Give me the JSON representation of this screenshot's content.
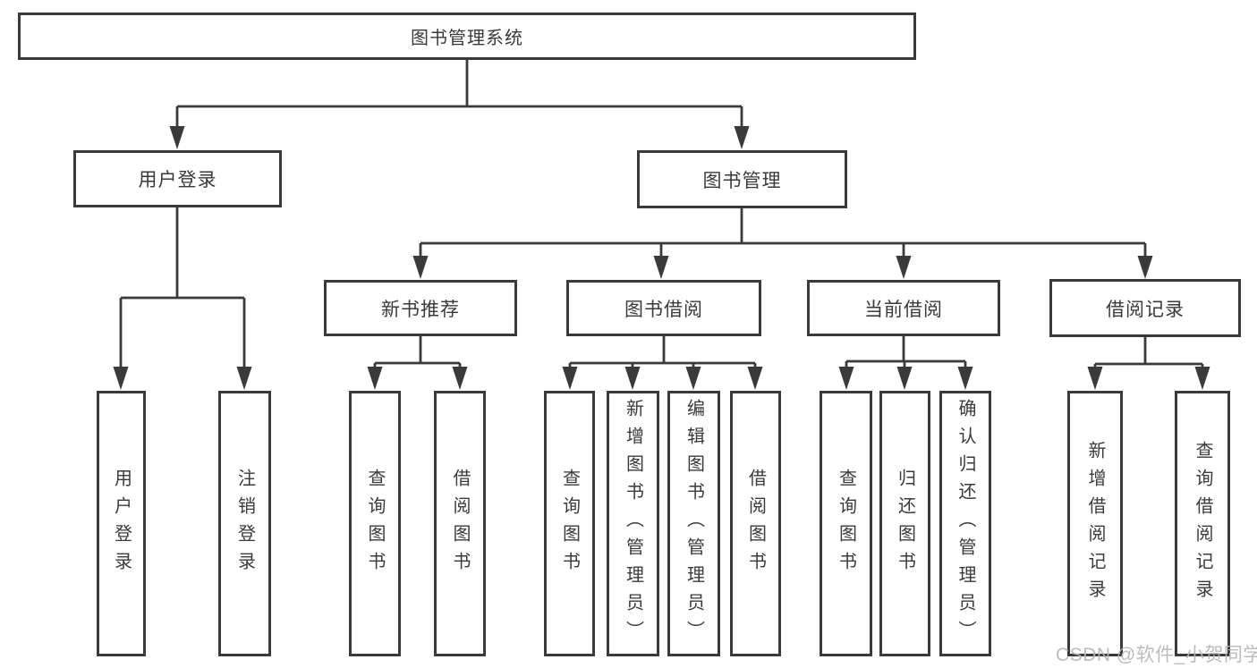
{
  "diagram": {
    "root": {
      "label": "图书管理系统"
    },
    "branches": {
      "user_login": {
        "label": "用户登录",
        "children": [
          "用户登录",
          "注销登录"
        ]
      },
      "book_management": {
        "label": "图书管理",
        "children": {
          "new_book_recommend": {
            "label": "新书推荐",
            "children": [
              "查询图书",
              "借阅图书"
            ]
          },
          "book_borrow": {
            "label": "图书借阅",
            "children": [
              "查询图书",
              "新增图书（管理员）",
              "编辑图书（管理员）",
              "借阅图书"
            ]
          },
          "current_borrow": {
            "label": "当前借阅",
            "children": [
              "查询图书",
              "归还图书",
              "确认归还（管理员）"
            ]
          },
          "borrow_records": {
            "label": "借阅记录",
            "children": [
              "新增借阅记录",
              "查询借阅记录"
            ]
          }
        }
      }
    },
    "watermark": "CSDN @软件_小贺同学",
    "colors": {
      "line": "#3a3a3a",
      "text": "#3a3a3a",
      "box_background": "#ffffff",
      "watermark_text": "#b5b5b5"
    }
  }
}
